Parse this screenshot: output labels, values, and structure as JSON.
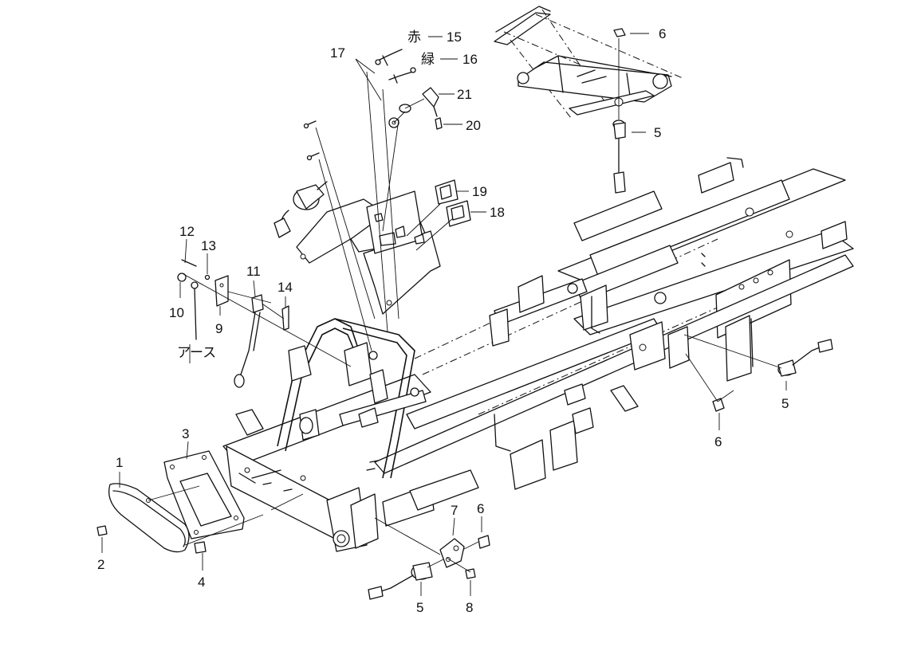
{
  "callouts": [
    {
      "id": "c1",
      "text": "1"
    },
    {
      "id": "c2",
      "text": "2"
    },
    {
      "id": "c3",
      "text": "3"
    },
    {
      "id": "c4",
      "text": "4"
    },
    {
      "id": "c5a",
      "text": "5"
    },
    {
      "id": "c5b",
      "text": "5"
    },
    {
      "id": "c5c",
      "text": "5"
    },
    {
      "id": "c6a",
      "text": "6"
    },
    {
      "id": "c6b",
      "text": "6"
    },
    {
      "id": "c6c",
      "text": "6"
    },
    {
      "id": "c7",
      "text": "7"
    },
    {
      "id": "c8",
      "text": "8"
    },
    {
      "id": "c9",
      "text": "9"
    },
    {
      "id": "c10",
      "text": "10"
    },
    {
      "id": "c11",
      "text": "11"
    },
    {
      "id": "c12",
      "text": "12"
    },
    {
      "id": "c13",
      "text": "13"
    },
    {
      "id": "c14",
      "text": "14"
    },
    {
      "id": "c15",
      "text": "15"
    },
    {
      "id": "c16",
      "text": "16"
    },
    {
      "id": "c17",
      "text": "17"
    },
    {
      "id": "c18",
      "text": "18"
    },
    {
      "id": "c19",
      "text": "19"
    },
    {
      "id": "c20",
      "text": "20"
    },
    {
      "id": "c21",
      "text": "21"
    }
  ],
  "notes": {
    "red": "赤",
    "green": "緑",
    "earth": "アース"
  }
}
